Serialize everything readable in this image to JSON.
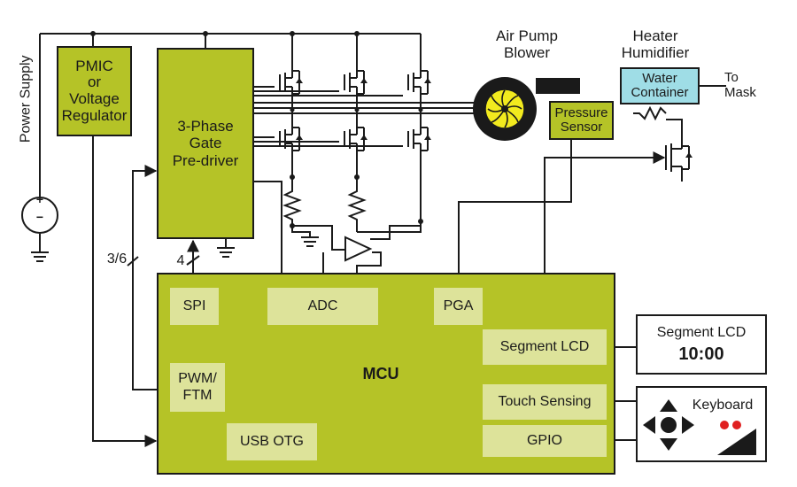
{
  "labels": {
    "power_supply": "Power Supply",
    "pmic": "PMIC\nor\nVoltage\nRegulator",
    "predriver": "3-Phase\nGate\nPre-driver",
    "air_pump": "Air Pump\nBlower",
    "heater": "Heater\nHumidifier",
    "water_container": "Water\nContainer",
    "to_mask": "To\nMask",
    "pressure_sensor": "Pressure\nSensor",
    "bus_3_6": "3/6",
    "bus_4": "4",
    "mcu": "MCU",
    "spi": "SPI",
    "adc": "ADC",
    "pga": "PGA",
    "pwm_ftm": "PWM/\nFTM",
    "usb_otg": "USB OTG",
    "segment_lcd_port": "Segment LCD",
    "touch_sensing": "Touch Sensing",
    "gpio": "GPIO",
    "segment_lcd_display": "Segment LCD",
    "lcd_time": "10:00",
    "keyboard": "Keyboard",
    "plus": "+",
    "minus": "−"
  },
  "colors": {
    "block_green": "#b5c327",
    "port_fill": "#dde39a",
    "water_fill": "#9fdde6",
    "fan_yellow": "#f2ea1e",
    "led_red": "#e02020",
    "line": "#1a1a1a"
  }
}
